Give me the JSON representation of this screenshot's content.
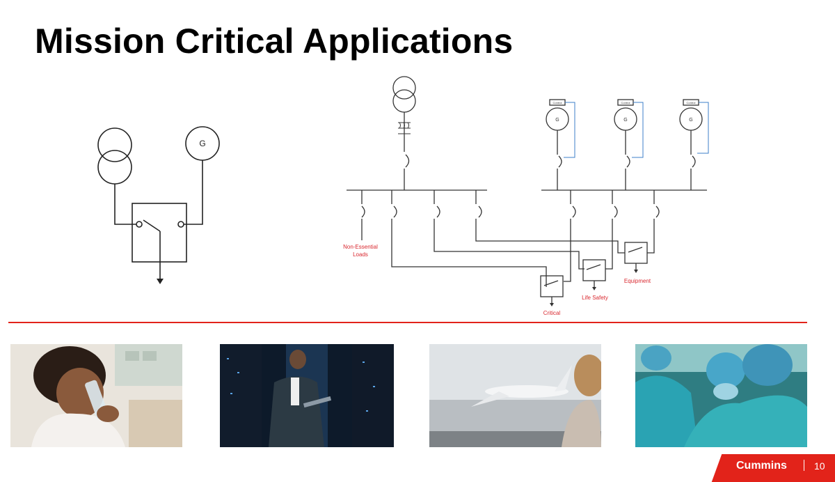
{
  "slide": {
    "title": "Mission Critical Applications",
    "page_number": "10",
    "brand": "Cummins"
  },
  "colors": {
    "accent": "#e2231a",
    "line": "#222222",
    "blue_line": "#3d7fc8",
    "label_red": "#d9282f"
  },
  "simple_diagram": {
    "generator_symbol": "G"
  },
  "distribution_diagram": {
    "generator_symbols": [
      "G",
      "G",
      "G"
    ],
    "controller_labels": [
      "Control",
      "Control",
      "Control"
    ],
    "load_labels": {
      "non_essential_line1": "Non-Essential",
      "non_essential_line2": "Loads",
      "critical": "Critical",
      "life_safety": "Life Safety",
      "equipment": "Equipment"
    }
  },
  "photos": [
    {
      "name": "child-drinking-water-photo"
    },
    {
      "name": "data-center-technician-photo"
    },
    {
      "name": "airport-airplane-photo"
    },
    {
      "name": "surgery-team-photo"
    }
  ]
}
